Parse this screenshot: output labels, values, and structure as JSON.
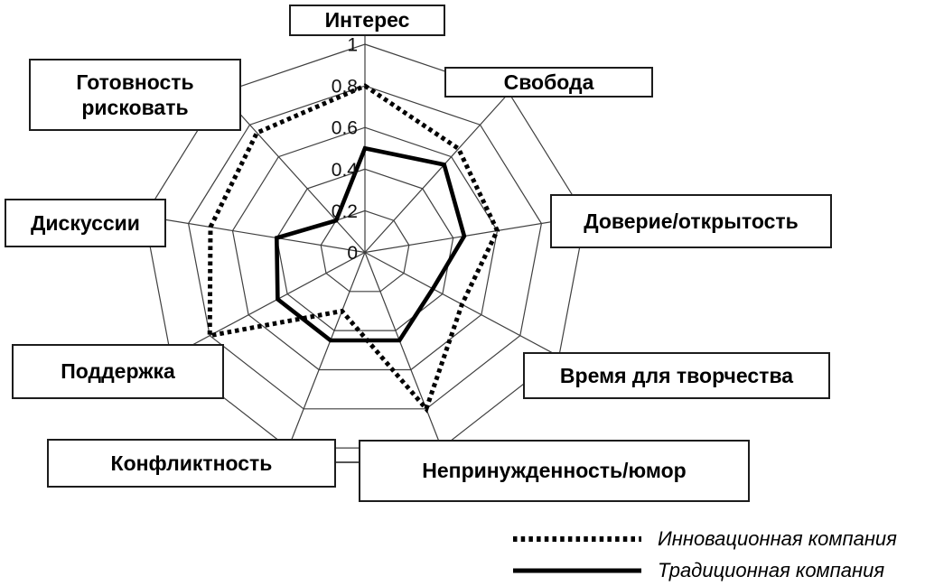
{
  "figure": {
    "background": "#ffffff",
    "line_color": "#000000",
    "grid_color": "#3f3f3f"
  },
  "chart_data": {
    "type": "radar",
    "title": "",
    "categories": [
      "Интерес",
      "Свобода",
      "Доверие/открытость",
      "Время для творчества",
      "Непринужденность/юмор",
      "Конфликтность",
      "Поддержка",
      "Дискуссии",
      "Готовность рисковать"
    ],
    "series": [
      {
        "name": "Инновационная компания",
        "line_style": "dotted",
        "color": "#000000",
        "values": [
          0.8,
          0.65,
          0.6,
          0.5,
          0.8,
          0.3,
          0.8,
          0.7,
          0.75
        ]
      },
      {
        "name": "Традиционная компания",
        "line_style": "solid",
        "color": "#000000",
        "values": [
          0.5,
          0.55,
          0.45,
          0.35,
          0.45,
          0.45,
          0.45,
          0.4,
          0.2
        ]
      }
    ],
    "rmin": 0,
    "rmax": 1,
    "ticks": [
      {
        "label": "1",
        "value": 1
      },
      {
        "label": "0.8",
        "value": 0.8
      },
      {
        "label": "0.6",
        "value": 0.6
      },
      {
        "label": "0.4",
        "value": 0.4
      },
      {
        "label": "0.2",
        "value": 0.2
      },
      {
        "label": "0",
        "value": 0
      }
    ],
    "grid_levels": [
      0.2,
      0.4,
      0.6,
      0.8,
      1
    ],
    "grid": true,
    "start_angle_deg": 0,
    "direction": "clockwise",
    "legend_position": "bottom-right"
  },
  "legend": {
    "items": [
      {
        "label": "Инновационная компания",
        "swatch": "dotted-line"
      },
      {
        "label": "Традиционная компания",
        "swatch": "solid-line"
      }
    ]
  }
}
